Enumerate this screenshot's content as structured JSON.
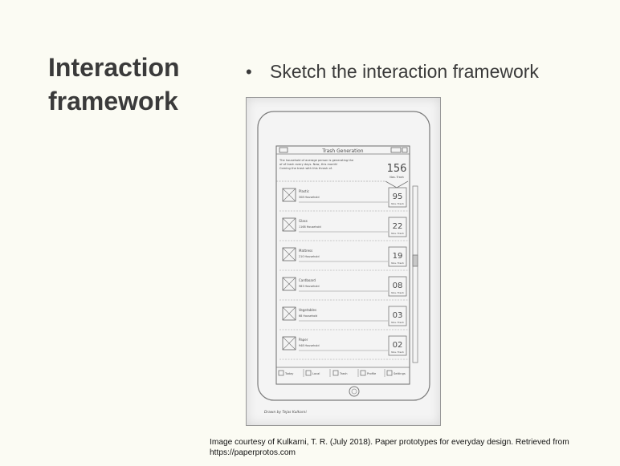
{
  "slide": {
    "title_lines": [
      "Interaction",
      "framework"
    ],
    "bullet": "Sketch the interaction framework",
    "caption_line1": "Image courtesy of Kulkarni, T. R. (July 2018). Paper prototypes for everyday design. Retrieved from",
    "caption_line2": "https://paperprotos.com"
  },
  "sketch": {
    "app_title": "Trash Generation",
    "header_note": "The household of average person is generating the of of trash every days. Now, this month! Coming the trash with this thrash of.",
    "total_value": "156",
    "total_unit": "Nos. Trash",
    "items": [
      {
        "name": "Plastic",
        "qty": "308 Household",
        "value": "95",
        "unit": "Nos. Trash"
      },
      {
        "name": "Glass",
        "qty": "1168 Household",
        "value": "22",
        "unit": "Nos. Trash"
      },
      {
        "name": "Mattress",
        "qty": "210 Household",
        "value": "19",
        "unit": "Nos. Trash"
      },
      {
        "name": "Cardboard",
        "qty": "983 Household",
        "value": "08",
        "unit": "Nos. Trash"
      },
      {
        "name": "Vegetables",
        "qty": "68 Household",
        "value": "03",
        "unit": "Nos. Trash"
      },
      {
        "name": "Paper",
        "qty": "948 Household",
        "value": "02",
        "unit": "Nos. Trash"
      }
    ],
    "tabs": [
      "Today",
      "Local",
      "Trash",
      "Profile",
      "Settings"
    ],
    "signature": "Drawn by Tejas Kulkarni"
  }
}
